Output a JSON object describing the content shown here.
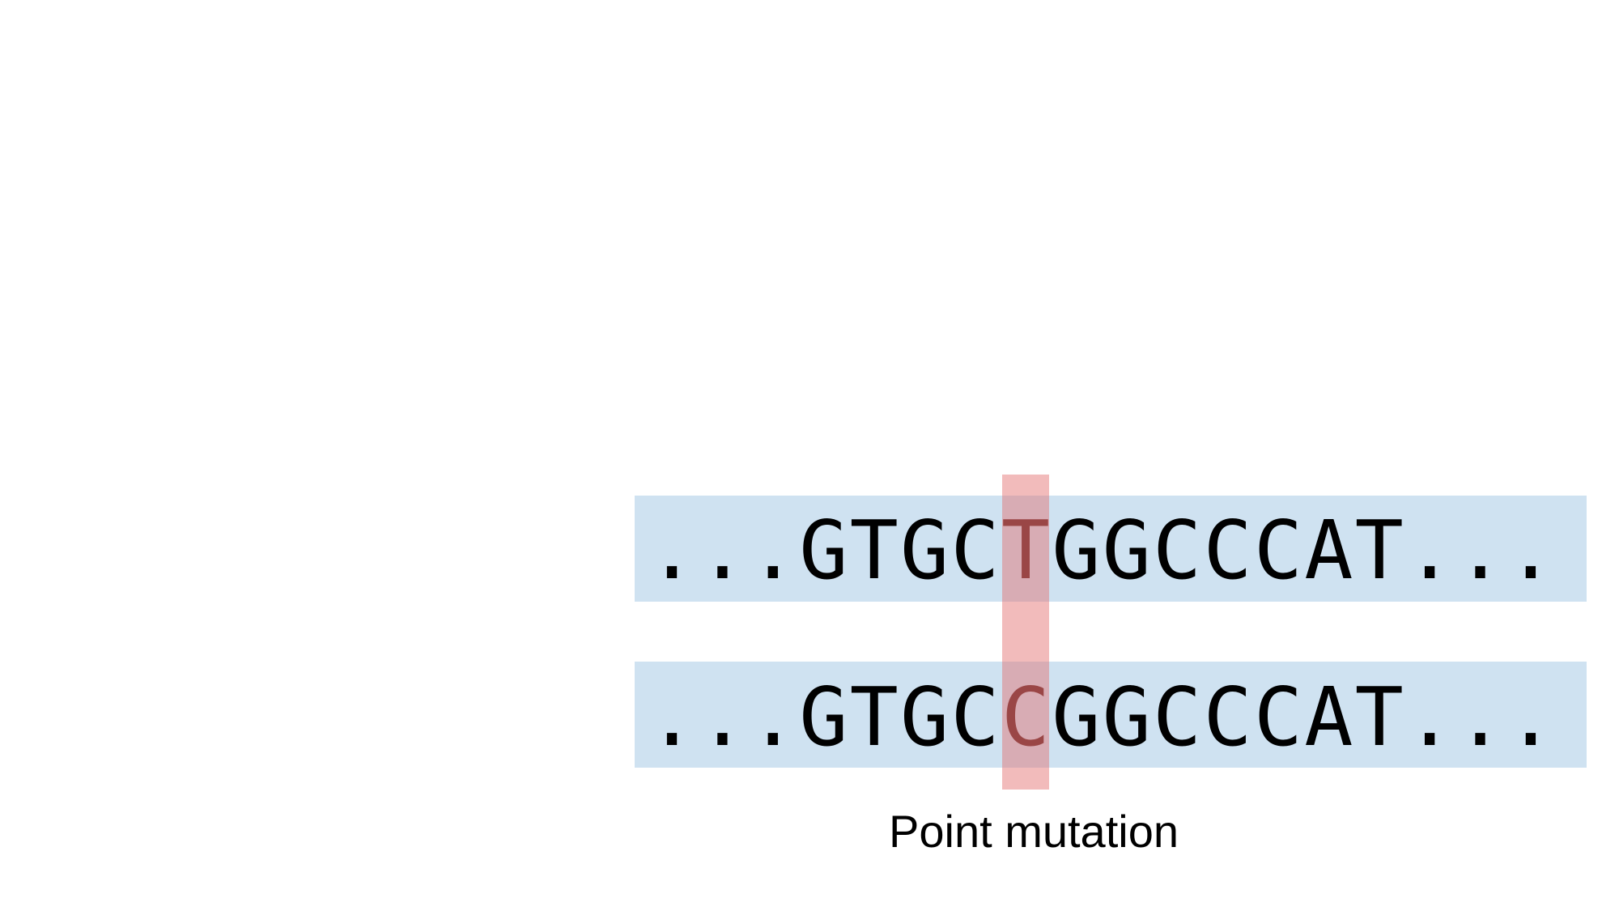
{
  "sequences": [
    {
      "prefix": "...GTGC",
      "mutated": "T",
      "suffix": "GGCCCAT..."
    },
    {
      "prefix": "...GTGC",
      "mutated": "C",
      "suffix": "GGCCCAT..."
    }
  ],
  "label": "Point mutation",
  "colors": {
    "band": "#cfe2f1",
    "highlight": "#f0b9b9",
    "mutated_base": "#5a2323"
  }
}
